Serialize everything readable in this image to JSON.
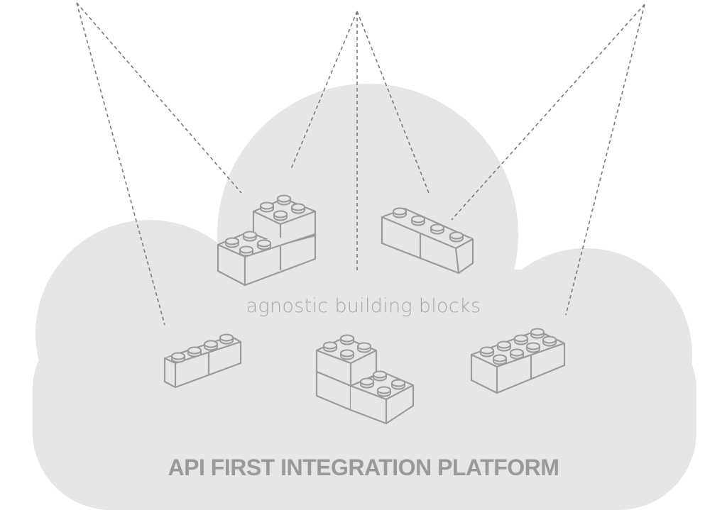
{
  "diagram": {
    "caption": "agnostic building blocks",
    "platform_label": "API FIRST INTEGRATION PLATFORM",
    "colors": {
      "cloud_fill": "#e6e6e6",
      "brick_stroke": "#9a9a9a",
      "connector_stroke": "#7a7a7a",
      "caption_text": "#a8a8a8",
      "platform_text": "#999999"
    },
    "elements": [
      {
        "name": "cloud",
        "icon": "cloud-shape"
      },
      {
        "name": "brick-stack-top-left",
        "icon": "lego-brick-icon"
      },
      {
        "name": "brick-two-long-top-right",
        "icon": "lego-brick-icon"
      },
      {
        "name": "brick-small-left",
        "icon": "lego-brick-icon"
      },
      {
        "name": "brick-stack-center",
        "icon": "lego-brick-icon"
      },
      {
        "name": "brick-wide-right",
        "icon": "lego-brick-icon"
      }
    ]
  }
}
